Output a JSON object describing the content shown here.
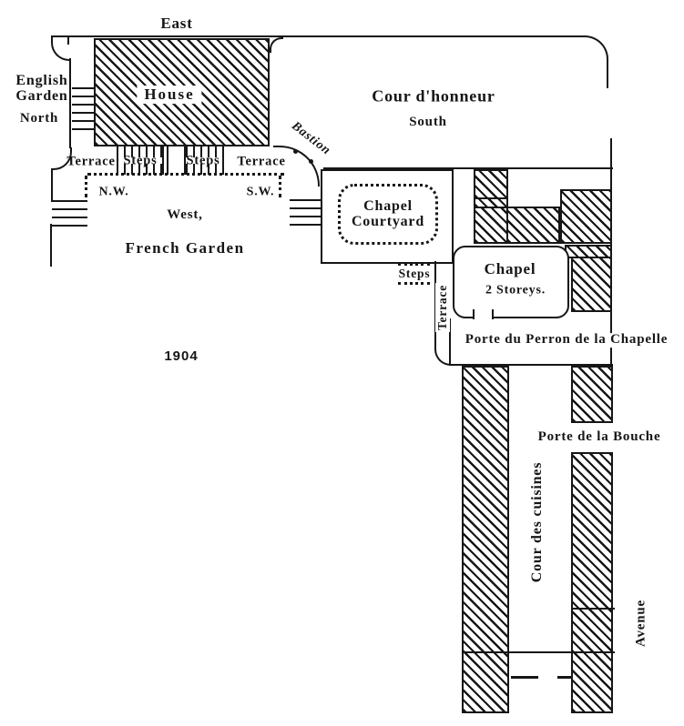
{
  "colors": {
    "ink": "#161616",
    "paper": "#ffffff"
  },
  "plan": {
    "year": "1904",
    "compass": {
      "east": "East",
      "north": "North",
      "south": "South",
      "west": "West,"
    },
    "labels": {
      "english_garden": "English Garden",
      "house": "House",
      "cour_honneur": "Cour d'honneur",
      "terrace": "Terrace",
      "steps": "Steps",
      "bastion": "Bastion",
      "nw": "N.W.",
      "sw": "S.W.",
      "french_garden": "French Garden",
      "chapel_courtyard": "Chapel Courtyard",
      "chapel": "Chapel",
      "chapel_storeys": "2 Storeys.",
      "porte_perron": "Porte du Perron de la Chapelle",
      "porte_bouche": "Porte de la Bouche",
      "cour_cuisines": "Cour des cuisines",
      "avenue": "Avenue"
    }
  }
}
